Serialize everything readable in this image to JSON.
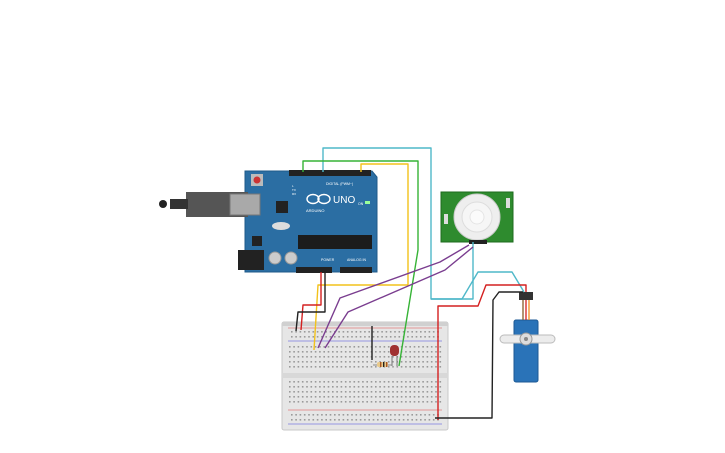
{
  "arduino": {
    "logo_text": "UNO",
    "brand_text": "ARDUINO",
    "digital_header": "DIGITAL (PWM~)",
    "analog_header": "ANALOG IN",
    "power_header": "POWER",
    "on_label": "ON",
    "tx_label": "TX",
    "rx_label": "RX",
    "l_label": "L"
  },
  "pir_sensor": {
    "side_label_left": "",
    "side_label_right": ""
  },
  "colors": {
    "board": "#2b6ea3",
    "breadboard": "#e6e6e6",
    "wire_cyan": "#4fb8c9",
    "wire_green": "#36b336",
    "wire_yellow": "#f2c21b",
    "wire_purple": "#7a3d8f",
    "wire_red": "#d42020",
    "wire_black": "#222222",
    "pir_pcb": "#2e8b2e",
    "servo_body": "#2a73b8",
    "led": "#a03030"
  }
}
